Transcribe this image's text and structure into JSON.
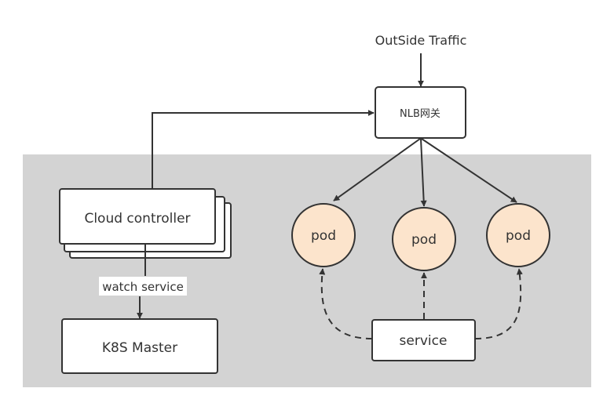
{
  "labels": {
    "outside_traffic": "OutSide Traffic",
    "nlb_gateway": "NLB网关",
    "cloud_controller": "Cloud controller",
    "watch_service": "watch service",
    "k8s_master": "K8S Master",
    "pod_left": "pod",
    "pod_middle": "pod",
    "pod_right": "pod",
    "service": "service"
  },
  "colors": {
    "cluster_background": "#d3d3d3",
    "pod_fill": "#fce4cc",
    "line": "#333333",
    "box_fill": "#ffffff"
  }
}
